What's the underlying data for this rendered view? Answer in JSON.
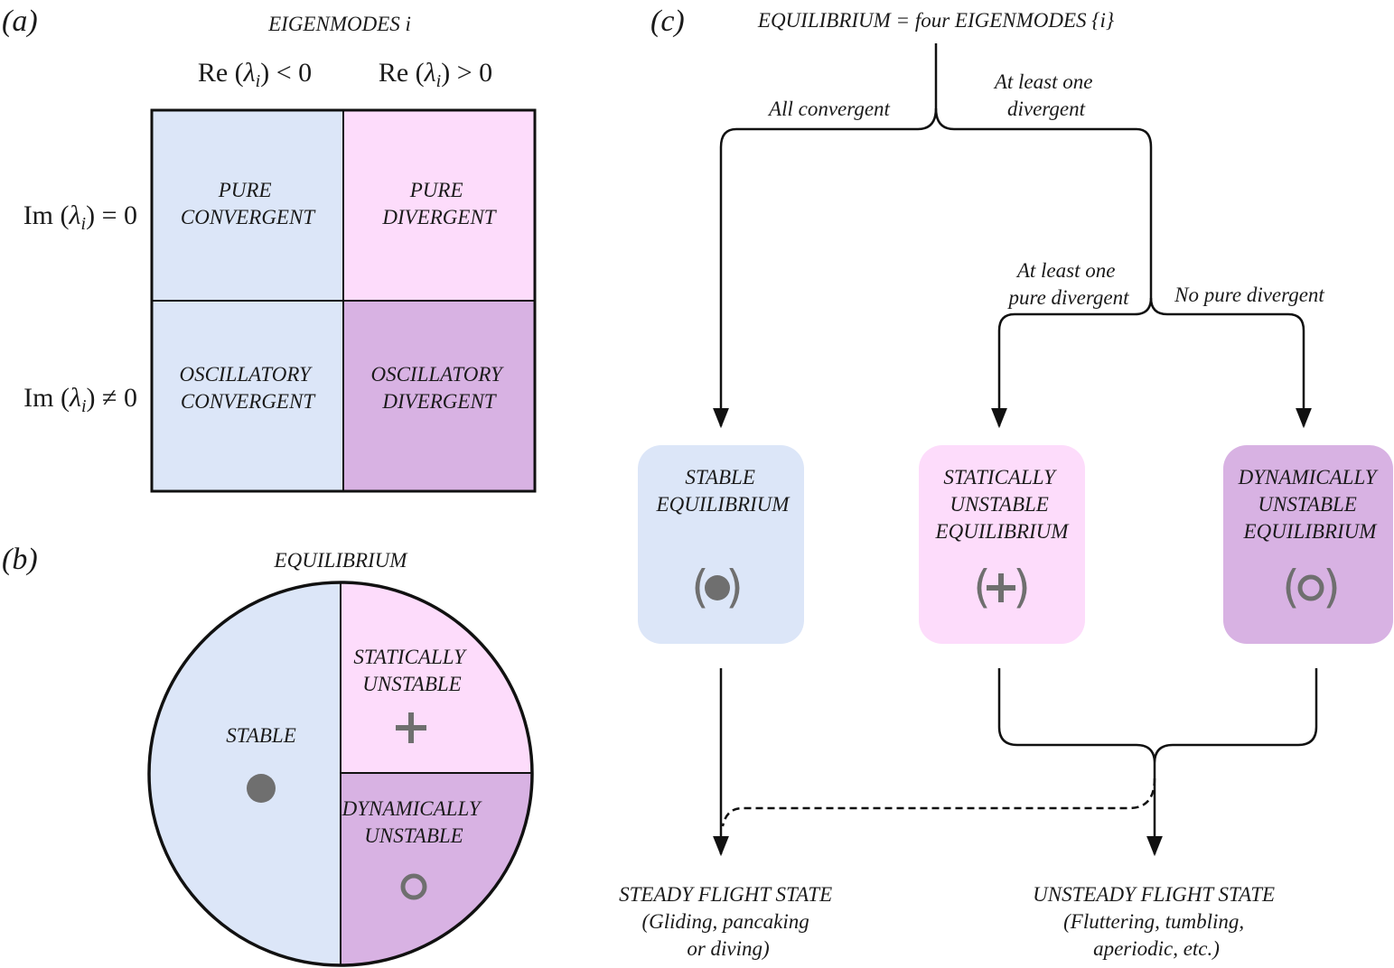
{
  "colors": {
    "convergent": "#dce6f8",
    "pure_divergent": "#fddcfb",
    "oscillatory_divergent": "#d8b2e3",
    "symbol": "#6f6f6f",
    "line": "#111111"
  },
  "panel_a": {
    "label": "(a)",
    "title": "EIGENMODES i",
    "col1_header": "Re (λ_i) < 0",
    "col2_header": "Re (λ_i) > 0",
    "row1_header": "Im (λ_i) = 0",
    "row2_header": "Im (λ_i) ≠ 0",
    "cells": {
      "pure_convergent": [
        "PURE",
        "CONVERGENT"
      ],
      "pure_divergent": [
        "PURE",
        "DIVERGENT"
      ],
      "osc_convergent": [
        "OSCILLATORY",
        "CONVERGENT"
      ],
      "osc_divergent": [
        "OSCILLATORY",
        "DIVERGENT"
      ]
    }
  },
  "panel_b": {
    "label": "(b)",
    "title": "EQUILIBRIUM",
    "stable": "STABLE",
    "static": [
      "STATICALLY",
      "UNSTABLE"
    ],
    "dynamic": [
      "DYNAMICALLY",
      "UNSTABLE"
    ],
    "symbols": {
      "stable": "filled-dot-icon",
      "static": "plus-icon",
      "dynamic": "ring-icon"
    }
  },
  "panel_c": {
    "label": "(c)",
    "title": "EQUILIBRIUM = four EIGENMODES {i}",
    "branch_all_convergent": "All convergent",
    "branch_at_least_one_divergent": [
      "At least one",
      "divergent"
    ],
    "branch_at_least_one_pure": [
      "At least one",
      "pure divergent"
    ],
    "branch_no_pure": "No pure divergent",
    "box_stable": [
      "STABLE",
      "EQUILIBRIUM"
    ],
    "box_static": [
      "STATICALLY",
      "UNSTABLE",
      "EQUILIBRIUM"
    ],
    "box_dynamic": [
      "DYNAMICALLY",
      "UNSTABLE",
      "EQUILIBRIUM"
    ],
    "symbol_stable": "(●)",
    "symbol_static": "(+)",
    "symbol_dynamic": "(○)",
    "steady": [
      "STEADY FLIGHT STATE",
      "(Gliding, pancaking",
      "or diving)"
    ],
    "unsteady": [
      "UNSTEADY FLIGHT STATE",
      "(Fluttering, tumbling,",
      "aperiodic, etc.)"
    ]
  }
}
